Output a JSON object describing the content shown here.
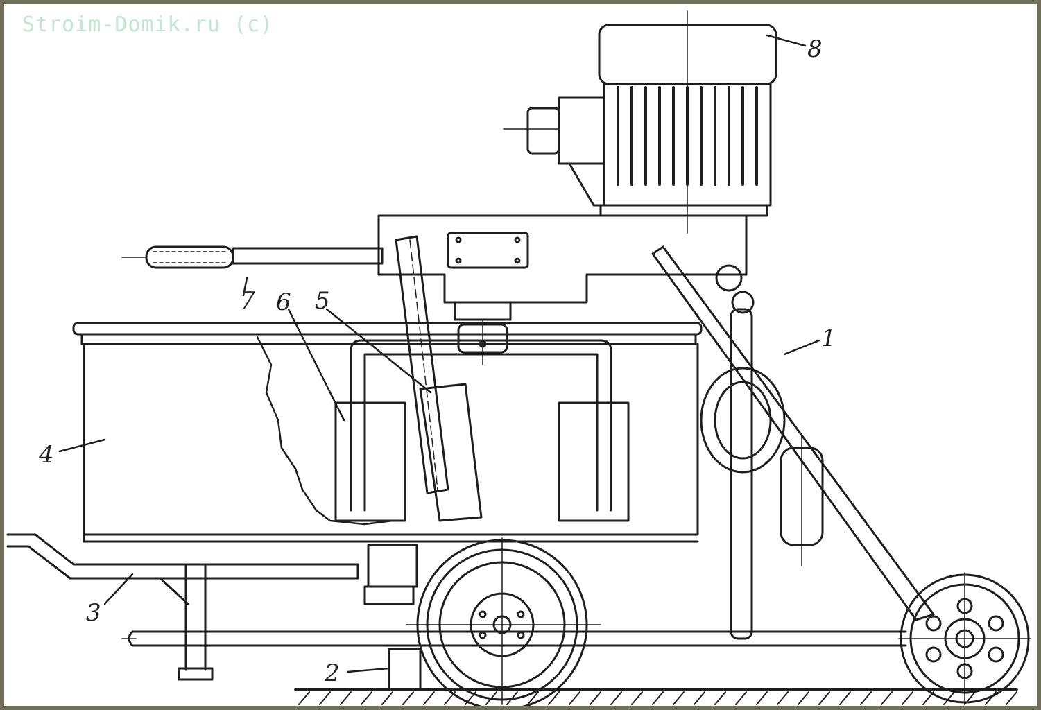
{
  "watermark": "Stroim-Domik.ru (c)",
  "labels": {
    "l1": "1",
    "l2": "2",
    "l3": "3",
    "l4": "4",
    "l5": "5",
    "l6": "6",
    "l7": "7",
    "l8": "8"
  }
}
